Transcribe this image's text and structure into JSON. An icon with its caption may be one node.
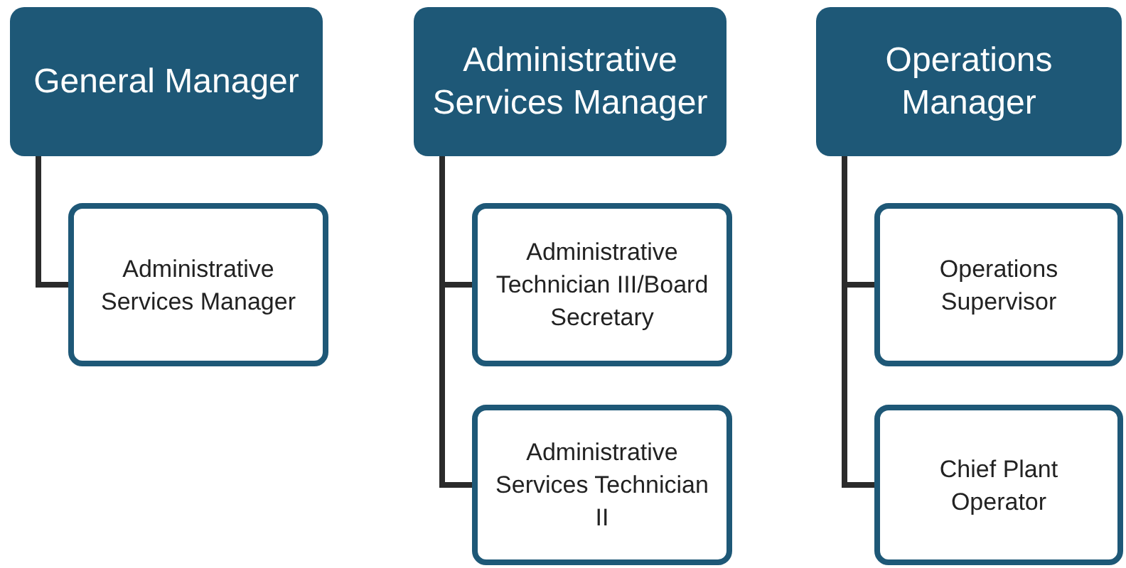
{
  "diagram": {
    "nodes": [
      {
        "text": [
          "General Manager"
        ]
      },
      {
        "text": [
          "Administrative Services Manager"
        ]
      },
      {
        "text": [
          "Administrative Services Manager"
        ]
      },
      {
        "text": [
          "Administrative Technician III/Board Secretary"
        ]
      },
      {
        "text": [
          "Administrative Services Technician II"
        ]
      },
      {
        "text": [
          "Operations Manager"
        ]
      },
      {
        "text": [
          "Operations Supervisor"
        ]
      },
      {
        "text": [
          "Chief Plant Operator"
        ]
      }
    ],
    "edges": [
      {
        "from": 0,
        "to": 1,
        "arrow": "none"
      },
      {
        "from": 2,
        "to": 3,
        "arrow": "none"
      },
      {
        "from": 2,
        "to": 4,
        "arrow": "none"
      },
      {
        "from": 5,
        "to": 6,
        "arrow": "none"
      },
      {
        "from": 5,
        "to": 7,
        "arrow": "none"
      }
    ]
  }
}
